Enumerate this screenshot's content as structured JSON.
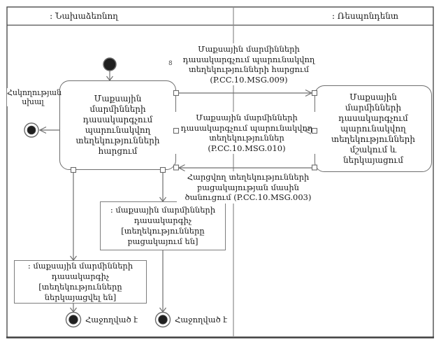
{
  "lanes": {
    "initiator": ": Նախաձեռնող",
    "responder": ": Ռեսպոնդենտ"
  },
  "activities": {
    "left": "Մաքսային մարմինների\nդասակարգչում\nպարունակվող\nտեղեկությունների հարցում",
    "right": "Մաքսային մարմինների\nդասակարգչում պարունակվող\nտեղեկությունների մշակում և\nներկայացում"
  },
  "objects": {
    "missing": ": մաքսային մարմինների դասակարգիչ\n[տեղեկությունները բացակայում են]",
    "presented": ": մաքսային մարմինների\nդասակարգիչ [տեղեկությունները\nներկայացվել են]"
  },
  "messages": {
    "msg009": "Մաքսային մարմինների\nդասակարգչում պարունակվող\nտեղեկությունների հարցում\n(P.CC.10.MSG.009)",
    "msg009_marker": "8",
    "msg010": "Մաքսային մարմինների\nդասակարգչում պարունակվող\nտեղեկություններ (P.CC.10.MSG.010)",
    "msg003": "Հարցվող տեղեկությունների\nբացակայության մասին\nծանուցում (P.CC.10.MSG.003)"
  },
  "terminals": {
    "control_error": "Հսկողության\nսխալ",
    "success_left": "Հաջողված է",
    "success_middle": "Հաջողված է"
  },
  "colors": {
    "stroke": "#6f6f6f",
    "frame": "#4d4d4d",
    "divider": "#8c8c8c",
    "node_fill": "#1f1f1f",
    "text": "#1a1a1a",
    "background": "#ffffff"
  }
}
